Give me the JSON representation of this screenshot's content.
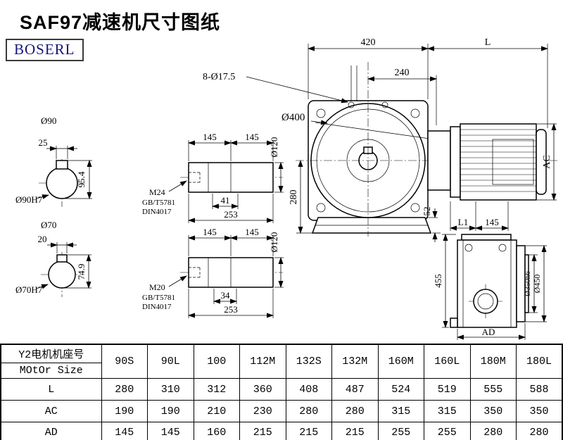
{
  "page": {
    "title": "SAF97减速机尺寸图纸",
    "logo": "BOSERL",
    "colors": {
      "line": "#000000",
      "logo_text": "#15157e",
      "background": "#ffffff"
    }
  },
  "drawing": {
    "hollow_shaft_top": {
      "outer_dia": "Ø90",
      "key_width": "25",
      "key_height": "95.4",
      "bore": "Ø90H7"
    },
    "hollow_shaft_bottom": {
      "outer_dia": "Ø70",
      "key_width": "20",
      "key_height": "74.9",
      "bore": "Ø70H7"
    },
    "shaft_top": {
      "len1": "145",
      "len2": "145",
      "dia": "Ø120",
      "thread": "M24",
      "std1": "GB/T5781",
      "std2": "DIN4017",
      "thread_len": "41",
      "total_len": "253"
    },
    "shaft_bottom": {
      "len1": "145",
      "len2": "145",
      "dia": "Ø120",
      "thread": "M20",
      "std1": "GB/T5781",
      "std2": "DIN4017",
      "thread_len": "34",
      "total_len": "253"
    },
    "front_view": {
      "flange_width": "420",
      "motor_len": "L",
      "bolt_holes": "8-Ø17.5",
      "half_width": "240",
      "flange_dia": "Ø400",
      "center_height": "280",
      "foot_height": "52",
      "motor_height": "AC",
      "l1": "L1",
      "w145": "145"
    },
    "side_view": {
      "total_height": "455",
      "spigot_dia": "Ø350h6",
      "flange_od": "Ø450",
      "width": "AD"
    }
  },
  "table": {
    "row_header_line1": "Y2电机机座号",
    "row_header_line2": "MOtOr Size",
    "columns": [
      "90S",
      "90L",
      "100",
      "112M",
      "132S",
      "132M",
      "160M",
      "160L",
      "180M",
      "180L"
    ],
    "rows": [
      {
        "label": "L",
        "values": [
          "280",
          "310",
          "312",
          "360",
          "408",
          "487",
          "524",
          "519",
          "555",
          "588"
        ]
      },
      {
        "label": "AC",
        "values": [
          "190",
          "190",
          "210",
          "230",
          "280",
          "280",
          "315",
          "315",
          "350",
          "350"
        ]
      },
      {
        "label": "AD",
        "values": [
          "145",
          "145",
          "160",
          "215",
          "215",
          "215",
          "255",
          "255",
          "280",
          "280"
        ]
      }
    ]
  }
}
